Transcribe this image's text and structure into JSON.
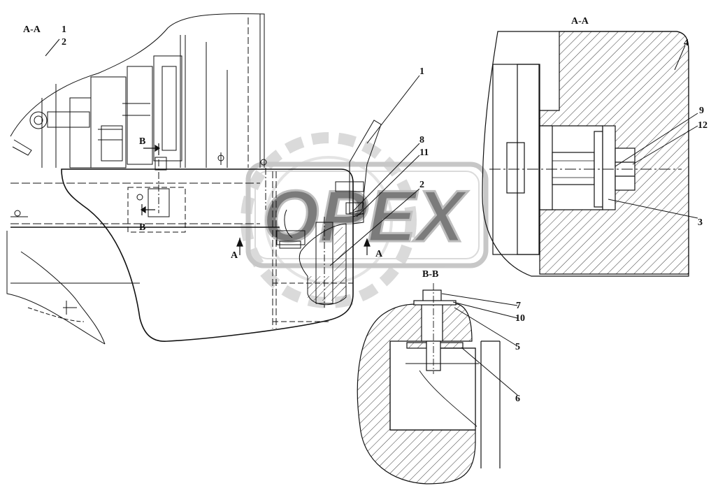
{
  "watermark": {
    "text": "OPEX"
  },
  "views": {
    "main": {
      "title": "A-A",
      "callouts": [
        "1",
        "2"
      ]
    },
    "detail_aa": {
      "title": "A-A"
    },
    "detail_bb": {
      "title": "B-B"
    }
  },
  "cut_marks": {
    "b": "B",
    "a": "A"
  },
  "callouts": {
    "c1": "1",
    "c2": "2",
    "c3": "3",
    "c4": "4",
    "c5": "5",
    "c6": "6",
    "c7": "7",
    "c8": "8",
    "c9": "9",
    "c10": "10",
    "c11": "11",
    "c12": "12"
  },
  "colors": {
    "line": "#111111",
    "watermark": "#c8c8c8",
    "background": "#ffffff"
  }
}
